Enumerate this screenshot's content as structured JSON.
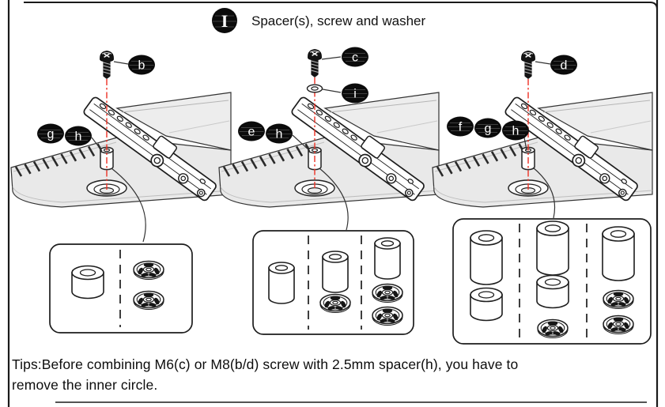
{
  "header": {
    "icon_letter": "I",
    "title": "Spacer(s), screw and washer"
  },
  "panels": [
    {
      "position": "left",
      "screw_label": "b",
      "spacer_labels": [
        "g",
        "h"
      ]
    },
    {
      "position": "middle",
      "screw_label": "c",
      "washer_label": "i",
      "spacer_labels": [
        "e",
        "h"
      ]
    },
    {
      "position": "right",
      "screw_label": "d",
      "spacer_labels": [
        "f",
        "g",
        "h"
      ]
    }
  ],
  "detail_boxes": [
    {
      "panel": "left",
      "sections": [
        {
          "items": [
            "short cylinder spacer"
          ]
        },
        {
          "items": [
            "flat spoke spacer",
            "flat spoke spacer"
          ]
        }
      ]
    },
    {
      "panel": "middle",
      "sections": [
        {
          "items": [
            "medium cylinder spacer"
          ]
        },
        {
          "items": [
            "medium cylinder spacer",
            "flat spoke spacer"
          ]
        },
        {
          "items": [
            "medium cylinder spacer",
            "flat spoke spacer",
            "flat spoke spacer"
          ]
        }
      ]
    },
    {
      "panel": "right",
      "sections": [
        {
          "items": [
            "tall cylinder spacer",
            "short cylinder spacer"
          ]
        },
        {
          "items": [
            "tall cylinder spacer",
            "short cylinder spacer",
            "flat spoke spacer"
          ]
        },
        {
          "items": [
            "tall cylinder spacer",
            "flat spoke spacer",
            "flat spoke spacer"
          ]
        }
      ]
    }
  ],
  "tips": {
    "text": "Tips:Before combining M6(c) or M8(b/d) screw with 2.5mm spacer(h), you have to\nremove the inner circle."
  },
  "colors": {
    "centerline_red": "#ee3124",
    "label_background": "#0b0b0b",
    "label_text": "#ffffff",
    "surface_gray": "#e9e9e9",
    "outline": "#1d1d1d"
  }
}
